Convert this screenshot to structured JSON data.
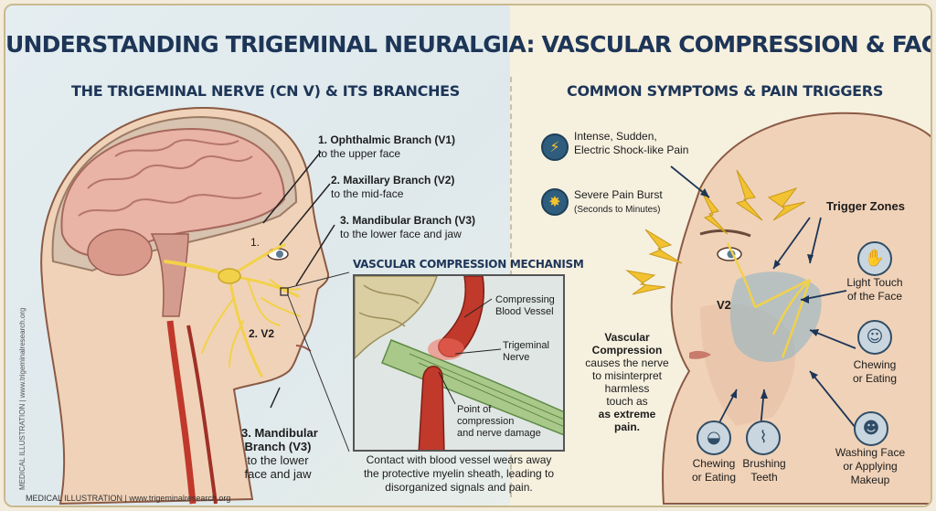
{
  "title": "UNDERSTANDING TRIGEMINAL NEURALGIA: VASCULAR COMPRESSION & FACIAL PAIN",
  "left_section": {
    "heading": "THE TRIGEMINAL NERVE (CN V) & ITS BRANCHES",
    "branches": [
      {
        "name": "1. Ophthalmic Branch (V1)",
        "desc": "to the upper face"
      },
      {
        "name": "2. Maxillary Branch (V2)",
        "desc": "to the mid-face"
      },
      {
        "name": "3. Mandibular Branch (V3)",
        "desc": "to the lower face and jaw"
      }
    ],
    "marker_1": "1.",
    "marker_v2": "2. V2",
    "v3_title_1": "3. Mandibular",
    "v3_title_2": "Branch (V3)",
    "v3_desc_1": "to the lower",
    "v3_desc_2": "face and jaw",
    "inset": {
      "title": "VASCULAR COMPRESSION MECHANISM",
      "labels": {
        "vessel_1": "Compressing",
        "vessel_2": "Blood Vessel",
        "nerve_1": "Trigeminal",
        "nerve_2": "Nerve",
        "point_1": "Point of",
        "point_2": "compression",
        "point_3": "and nerve damage"
      },
      "caption_1": "Contact with blood vessel wears away",
      "caption_2": "the protective myelin sheath, leading to",
      "caption_3": "disorganized signals and pain."
    },
    "vertical_credit": "MEDICAL ILLUSTRATION | www.trigeminalresearch.org",
    "footer": "MEDICAL ILLUSTRATION | www.trigeminalresearch.org"
  },
  "right_section": {
    "heading": "COMMON SYMPTOMS & PAIN TRIGGERS",
    "symptom_1": {
      "line1": "Intense, Sudden,",
      "line2": "Electric Shock-like Pain",
      "icon": "lightning-icon"
    },
    "symptom_2": {
      "line1": "Severe Pain Burst",
      "line2": "(Seconds to Minutes)",
      "icon": "burst-icon"
    },
    "trigger_zones": "Trigger Zones",
    "face_v2": "V2",
    "vascular": {
      "l1": "Vascular",
      "l2": "Compression",
      "l3": "causes the nerve",
      "l4": "to misinterpret",
      "l5": "harmless",
      "l6": "touch as",
      "l7": "as extreme",
      "l8": "pain."
    },
    "triggers": {
      "light_touch": {
        "l1": "Light Touch",
        "l2": "of the Face"
      },
      "chewing_right": {
        "l1": "Chewing",
        "l2": "or Eating"
      },
      "washing": {
        "l1": "Washing Face",
        "l2": "or Applying",
        "l3": "Makeup"
      },
      "chewing_bottom": {
        "l1": "Chewing",
        "l2": "or Eating"
      },
      "brushing": {
        "l1": "Brushing",
        "l2": "Teeth"
      }
    }
  },
  "colors": {
    "title": "#1d3557",
    "nerve": "#f2d14a",
    "vessel": "#c0392b",
    "brain": "#e9b3a6",
    "skin": "#f0d2b8",
    "bolt": "#f2c230"
  }
}
